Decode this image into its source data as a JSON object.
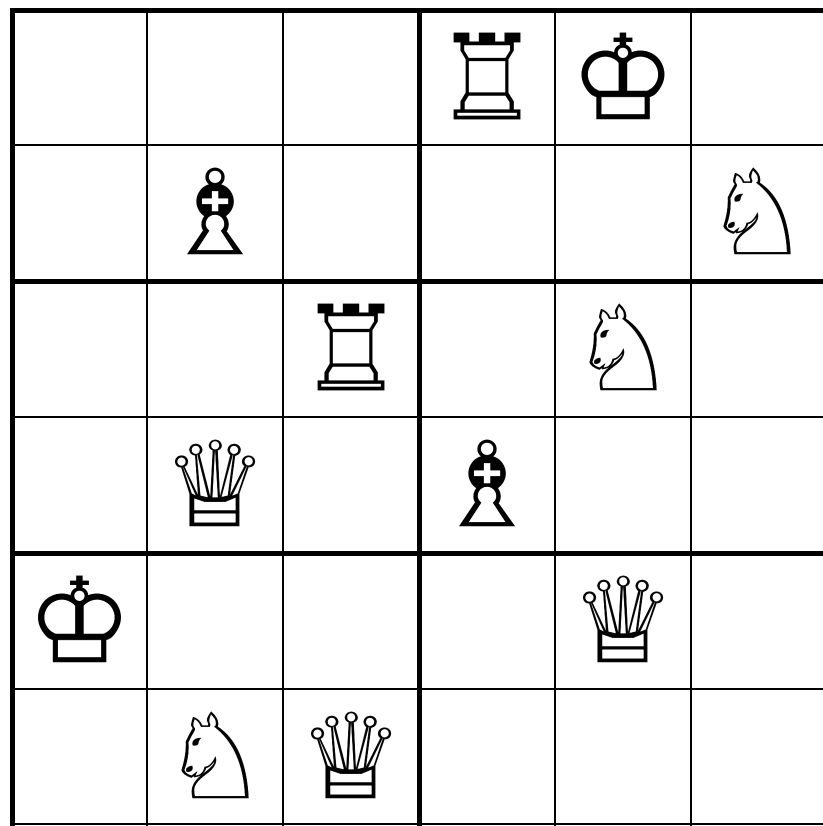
{
  "puzzle": {
    "rows": 6,
    "cols": 6,
    "box_rows": 2,
    "box_cols": 3,
    "grid": [
      [
        "",
        "",
        "",
        "rook",
        "king",
        ""
      ],
      [
        "",
        "bishop",
        "",
        "",
        "",
        "knight"
      ],
      [
        "",
        "",
        "rook",
        "",
        "knight",
        ""
      ],
      [
        "",
        "queen",
        "",
        "bishop",
        "",
        ""
      ],
      [
        "king",
        "",
        "",
        "",
        "queen",
        ""
      ],
      [
        "",
        "knight",
        "queen",
        "",
        "",
        ""
      ]
    ],
    "glyphs": {
      "king": "♔",
      "queen": "♕",
      "rook": "♖",
      "bishop": "♗",
      "knight": "♘"
    },
    "colors": {
      "line": "#000000",
      "background": "#ffffff",
      "piece": "#000000"
    }
  }
}
